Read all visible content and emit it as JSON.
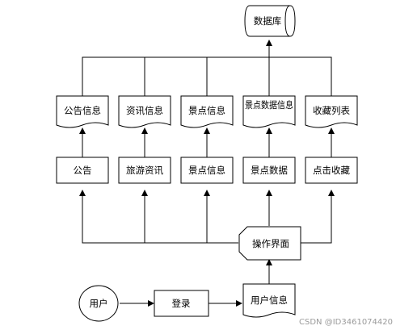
{
  "nodes": {
    "database": "数据库",
    "docs": {
      "announcement_info": "公告信息",
      "news_info": "资讯信息",
      "spot_info": "景点信息",
      "spot_data_info": "景点数据信息",
      "favorites_list": "收藏列表"
    },
    "modules": {
      "announcement": "公告",
      "travel_news": "旅游资讯",
      "spot_info": "景点信息",
      "spot_data": "景点数据",
      "click_favorite": "点击收藏"
    },
    "operation_ui": "操作界面",
    "user": "用户",
    "login": "登录",
    "user_info": "用户信息"
  },
  "watermark": "CSDN @ID3461074420"
}
